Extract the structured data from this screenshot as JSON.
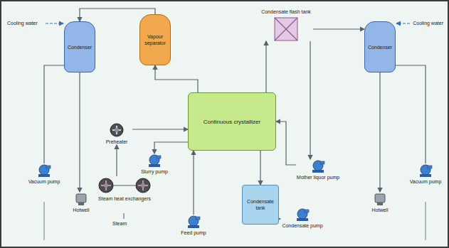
{
  "diagram": {
    "nodes": [
      {
        "text": [
          "Condenser"
        ]
      },
      {
        "text": [
          "Vapour separator"
        ]
      },
      {
        "text": [
          "Continuous crystallizer"
        ]
      },
      {
        "text": [
          "Condensate flash tank"
        ]
      },
      {
        "text": [
          "Condenser"
        ]
      },
      {
        "text": [
          "Vacuum pump"
        ]
      },
      {
        "text": [
          "Hotwell"
        ]
      },
      {
        "text": [
          "Hotwell"
        ]
      },
      {
        "text": [
          "Vacuum pump"
        ]
      },
      {
        "text": [
          "Preheater"
        ]
      },
      {
        "text": [
          "Slurry pump"
        ]
      },
      {
        "text": [
          "Steam heat exchangers"
        ]
      },
      {
        "text": [
          "Feed pump"
        ]
      },
      {
        "text": [
          "Condensate tank"
        ]
      },
      {
        "text": [
          "Condensate pump"
        ]
      },
      {
        "text": [
          "Mother liquor pump"
        ]
      }
    ],
    "edges": [
      {
        "from": 1,
        "to": 0,
        "arrow": "to"
      },
      {
        "from": 2,
        "to": 1,
        "arrow": "to"
      },
      {
        "from": 2,
        "to": 3,
        "arrow": "to"
      },
      {
        "from": 3,
        "to": 4,
        "arrow": "to"
      },
      {
        "from": 0,
        "to": 6,
        "arrow": "to"
      },
      {
        "from": 4,
        "to": 7,
        "arrow": "to"
      },
      {
        "from": 0,
        "to": 5,
        "arrow": "none"
      },
      {
        "from": 4,
        "to": 8,
        "arrow": "none"
      },
      {
        "from": 2,
        "to": 13,
        "arrow": "to"
      },
      {
        "from": 13,
        "to": 14,
        "arrow": "to"
      },
      {
        "from": 2,
        "to": 10,
        "arrow": "to"
      },
      {
        "from": 9,
        "to": 2,
        "arrow": "to"
      },
      {
        "from": 11,
        "to": 9,
        "arrow": "to"
      },
      {
        "from": 12,
        "to": 2,
        "arrow": "to"
      },
      {
        "from": 3,
        "to": 15,
        "arrow": "to"
      },
      {
        "from": 15,
        "to": 2,
        "arrow": "to"
      }
    ],
    "labels": [
      "Cooling water",
      "Cooling water",
      "Steam"
    ]
  }
}
